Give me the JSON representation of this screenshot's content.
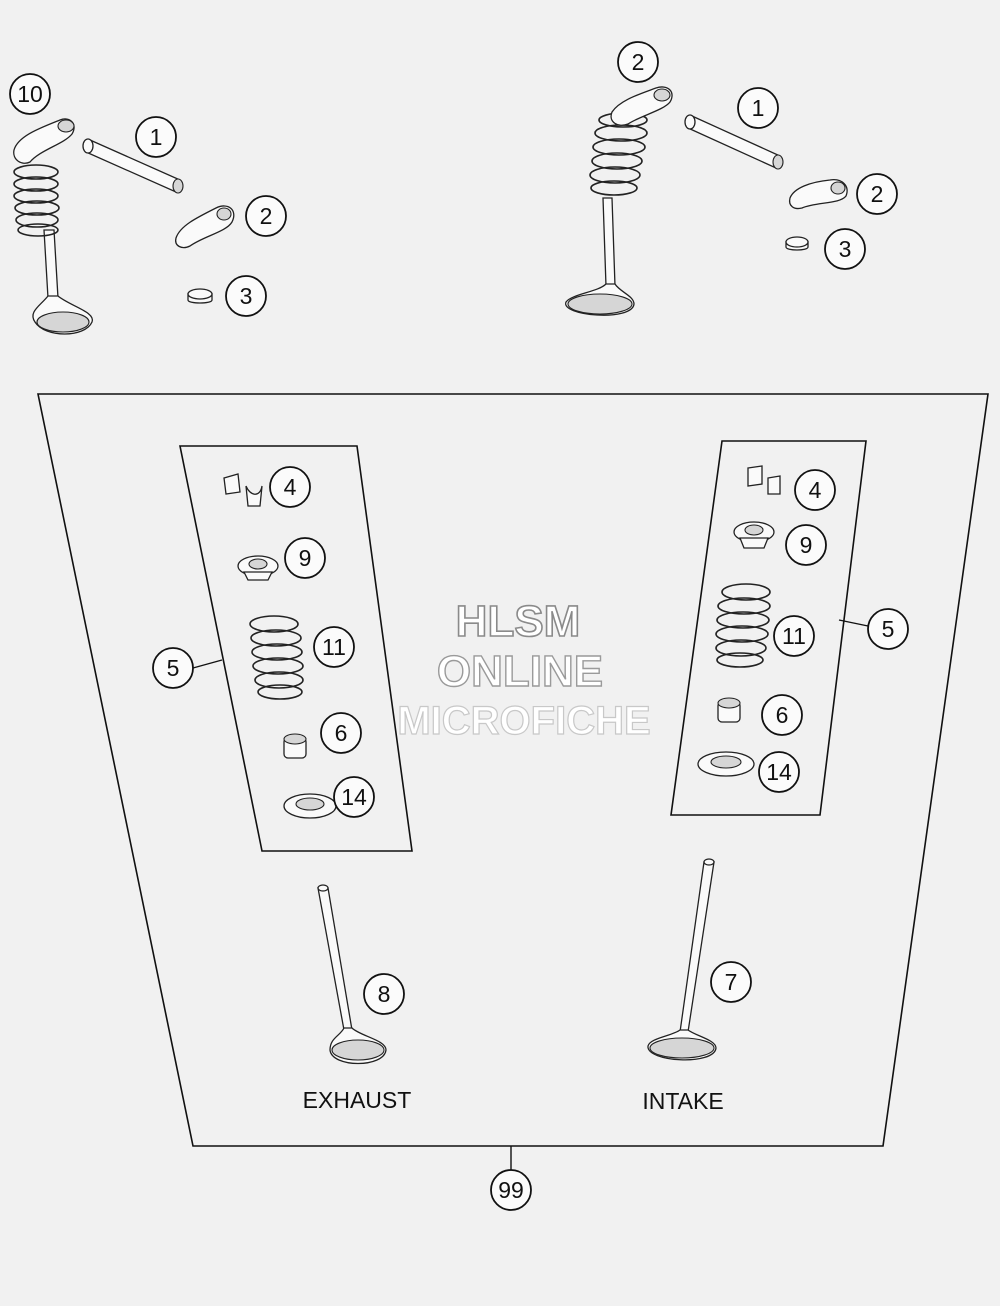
{
  "diagram": {
    "captions": {
      "exhaust": "EXHAUST",
      "intake": "INTAKE"
    },
    "watermark": {
      "line1": "HLSM",
      "line2": "ONLINE",
      "line3": "MICROFICHE"
    },
    "callouts": {
      "c10": "10",
      "c1a": "1",
      "c2a": "2",
      "c3a": "3",
      "c2b": "2",
      "c1b": "1",
      "c2c": "2",
      "c3b": "3",
      "c4a": "4",
      "c9a": "9",
      "c11a": "11",
      "c5a": "5",
      "c6a": "6",
      "c14a": "14",
      "c4b": "4",
      "c9b": "9",
      "c11b": "11",
      "c5b": "5",
      "c6b": "6",
      "c14b": "14",
      "c8": "8",
      "c7": "7",
      "c99": "99"
    }
  }
}
